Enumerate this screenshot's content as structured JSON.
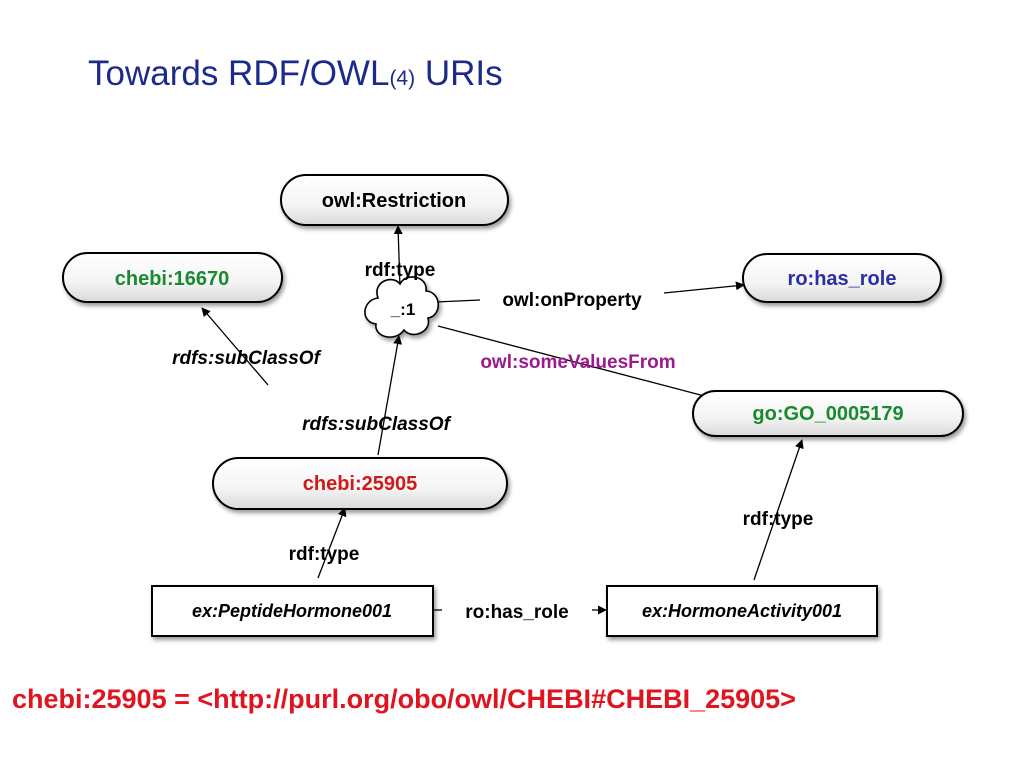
{
  "title": {
    "main": "Towards RDF/OWL",
    "sub": "(4)",
    "suffix": " URIs"
  },
  "colors": {
    "title": "#1c2a8c",
    "green": "#1a8a2e",
    "blue": "#2a2fa3",
    "red": "#d01a1a",
    "purple": "#9b1b8c",
    "footer": "#e0141e"
  },
  "nodes": {
    "owl_restriction": "owl:Restriction",
    "chebi_16670": "chebi:16670",
    "blank": "_:1",
    "ro_has_role": "ro:has_role",
    "go_0005179": "go:GO_0005179",
    "chebi_25905": "chebi:25905",
    "peptide_hormone": "ex:PeptideHormone001",
    "hormone_activity": "ex:HormoneActivity001"
  },
  "edges": {
    "rdf_type_top": "rdf:type",
    "owl_on_property": "owl:onProperty",
    "owl_some_values_from": "owl:someValuesFrom",
    "subclass_left": "rdfs:subClassOf",
    "subclass_mid": "rdfs:subClassOf",
    "rdf_type_bottom_left": "rdf:type",
    "rdf_type_bottom_right": "rdf:type",
    "ro_has_role_bottom": "ro:has_role"
  },
  "footer": "chebi:25905 = <http://purl.org/obo/owl/CHEBI#CHEBI_25905>"
}
